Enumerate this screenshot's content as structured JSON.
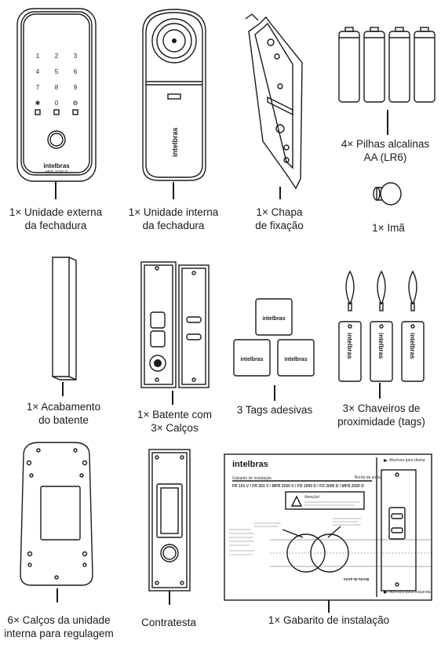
{
  "brand": "intelbras",
  "captions": {
    "external_unit": "1× Unidade externa\nda fechadura",
    "internal_unit": "1× Unidade interna\nda fechadura",
    "plate": "1× Chapa\nde fixação",
    "batteries": "4× Pilhas alcalinas\nAA (LR6)",
    "magnet": "1× Imã",
    "finish": "1× Acabamento\ndo batente",
    "strike": "1× Batente com\n3× Calços",
    "tags": "3 Tags adesivas",
    "keychains": "3× Chaveiros de\nproximidade (tags)",
    "shims": "6× Calços da unidade\ninterna para regulagem",
    "strike_plate": "Contratesta",
    "template": "1× Gabarito de instalação"
  },
  "keypad": {
    "keys": [
      "1",
      "2",
      "3",
      "4",
      "5",
      "6",
      "7",
      "8",
      "9",
      "✱",
      "0",
      "⚙"
    ],
    "model": "MFR 2020 D"
  },
  "template_sheet": {
    "title": "Gabarito de instalação",
    "models": "FR 101 V / FR 201 V / MFR 2020 V / FD 1000 D / FD 2000 D / MFR 2020 D",
    "attention": "Atenção!",
    "side_label": "Borda da porta",
    "top_right": "Abertura para direita",
    "bottom_right": "Abertura para esquerda"
  }
}
